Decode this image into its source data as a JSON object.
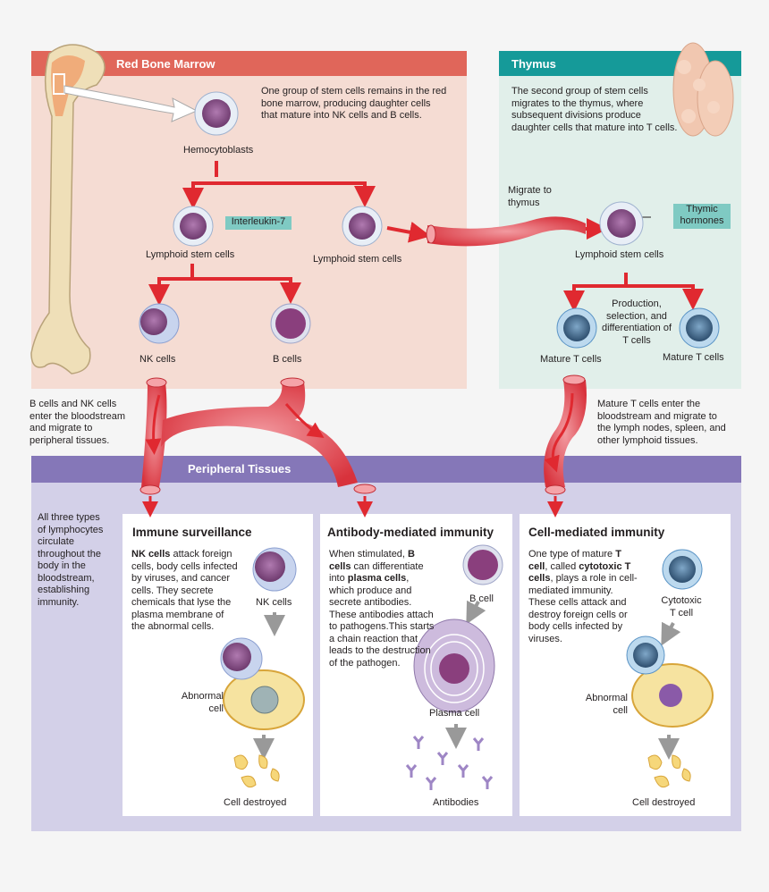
{
  "red_marrow": {
    "title": "Red Bone Marrow",
    "description": "One group of stem cells remains in the red bone marrow, producing daughter cells that mature into NK cells and B cells.",
    "hemocytoblasts_label": "Hemocytoblasts",
    "interleukin_label": "Interleukin-7",
    "lymphoid_left_label": "Lymphoid stem cells",
    "lymphoid_right_label": "Lymphoid stem cells",
    "nk_label": "NK cells",
    "b_label": "B cells"
  },
  "thymus": {
    "title": "Thymus",
    "description": "The second group of stem cells migrates to the thymus, where subsequent divisions produce daughter cells that mature into T cells.",
    "migrate_label": "Migrate to thymus",
    "thymic_hormones_label": "Thymic hormones",
    "lymphoid_label": "Lymphoid stem cells",
    "production_label": "Production, selection, and differentiation of T cells",
    "mature_left_label": "Mature T cells",
    "mature_right_label": "Mature T cells"
  },
  "bloodstream_left_text": "B cells and NK cells enter the bloodstream and migrate to peripheral tissues.",
  "bloodstream_right_text": "Mature T cells enter the bloodstream and migrate to the lymph nodes, spleen, and other lymphoid tissues.",
  "peripheral": {
    "title": "Peripheral Tissues",
    "side_text": "All three types of lymphocytes circulate throughout the body in the bloodstream, establishing immunity."
  },
  "immune_surveillance": {
    "title": "Immune surveillance",
    "text_bold": "NK cells",
    "text_rest": " attack foreign cells, body cells infected by viruses, and cancer cells. They secrete chemicals that lyse the plasma membrane of the abnormal cells.",
    "nk_label": "NK cells",
    "abnormal_label": "Abnormal cell",
    "destroyed_label": "Cell destroyed"
  },
  "antibody": {
    "title": "Antibody-mediated immunity",
    "t1": "When stimulated, ",
    "b1": "B cells",
    "t2": " can differentiate into ",
    "b2": "plasma cells",
    "t3": ", which produce and secrete antibodies. These antibodies attach to pathogens.This starts a chain reaction that leads to the destruction of the pathogen.",
    "bcell_label": "B cell",
    "plasma_label": "Plasma cell",
    "antibodies_label": "Antibodies"
  },
  "cell_mediated": {
    "title": "Cell-mediated immunity",
    "t1": "One type of mature ",
    "b1": "T cell",
    "t2": ", called ",
    "b2": "cytotoxic T cells",
    "t3": ", plays a role in cell-mediated immunity. These cells attack and destroy foreign cells or body cells infected by viruses.",
    "cytotoxic_label": "Cytotoxic T cell",
    "abnormal_label": "Abnormal cell",
    "destroyed_label": "Cell destroyed"
  },
  "colors": {
    "marrow_header": "#e0665a",
    "marrow_bg": "#f5dcd3",
    "thymus_header": "#159a99",
    "thymus_bg": "#e1efea",
    "peripheral_header": "#8577b8",
    "peripheral_bg": "#d3d0e8",
    "vessel": "#e0333c",
    "arrow_red": "#e02930"
  }
}
